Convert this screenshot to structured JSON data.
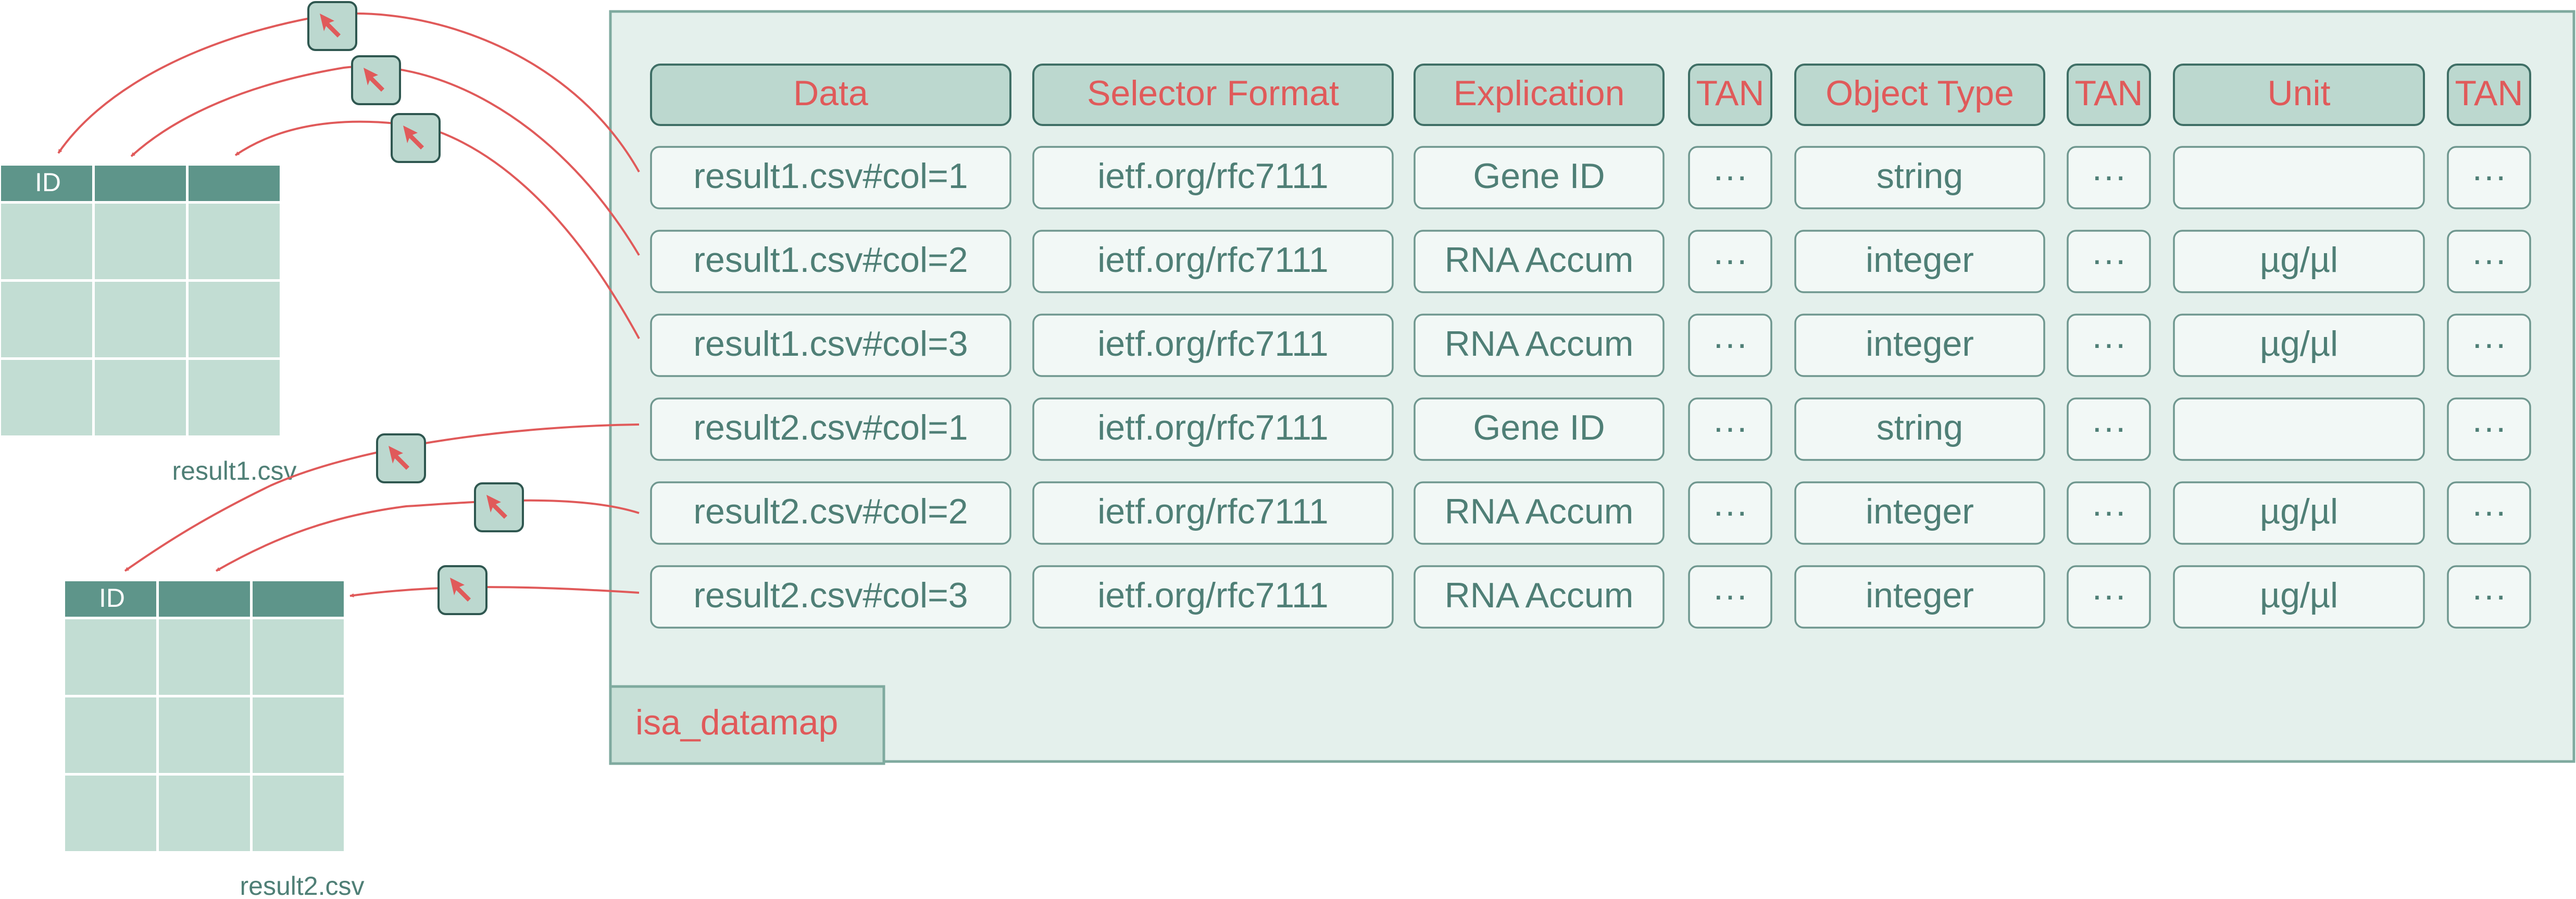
{
  "datamap": {
    "label": "isa_datamap",
    "headers": [
      "Data",
      "Selector Format",
      "Explication",
      "TAN",
      "Object Type",
      "TAN",
      "Unit",
      "TAN"
    ],
    "rows": [
      [
        "result1.csv#col=1",
        "ietf.org/rfc7111",
        "Gene ID",
        "···",
        "string",
        "···",
        "",
        "···"
      ],
      [
        "result1.csv#col=2",
        "ietf.org/rfc7111",
        "RNA Accum",
        "···",
        "integer",
        "···",
        "µg/µl",
        "···"
      ],
      [
        "result1.csv#col=3",
        "ietf.org/rfc7111",
        "RNA Accum",
        "···",
        "integer",
        "···",
        "µg/µl",
        "···"
      ],
      [
        "result2.csv#col=1",
        "ietf.org/rfc7111",
        "Gene ID",
        "···",
        "string",
        "···",
        "",
        "···"
      ],
      [
        "result2.csv#col=2",
        "ietf.org/rfc7111",
        "RNA Accum",
        "···",
        "integer",
        "···",
        "µg/µl",
        "···"
      ],
      [
        "result2.csv#col=3",
        "ietf.org/rfc7111",
        "RNA Accum",
        "···",
        "integer",
        "···",
        "µg/µl",
        "···"
      ]
    ]
  },
  "tables": [
    {
      "filename": "result1.csv",
      "first_column_header": "ID"
    },
    {
      "filename": "result2.csv",
      "first_column_header": "ID"
    }
  ],
  "colors": {
    "accent": "#e05a5a",
    "teal_dark": "#5e958a",
    "teal_light": "#c2ddd3",
    "panel_bg": "#e4f0ec",
    "panel_border": "#7faa9f",
    "header_fill": "#bcd8cf",
    "header_border": "#3f6f66",
    "cell_fill": "#f2f8f6",
    "cell_border": "#6f978f",
    "text_teal": "#4f7f76"
  },
  "icons": {
    "link": "cursor-arrow-icon"
  }
}
